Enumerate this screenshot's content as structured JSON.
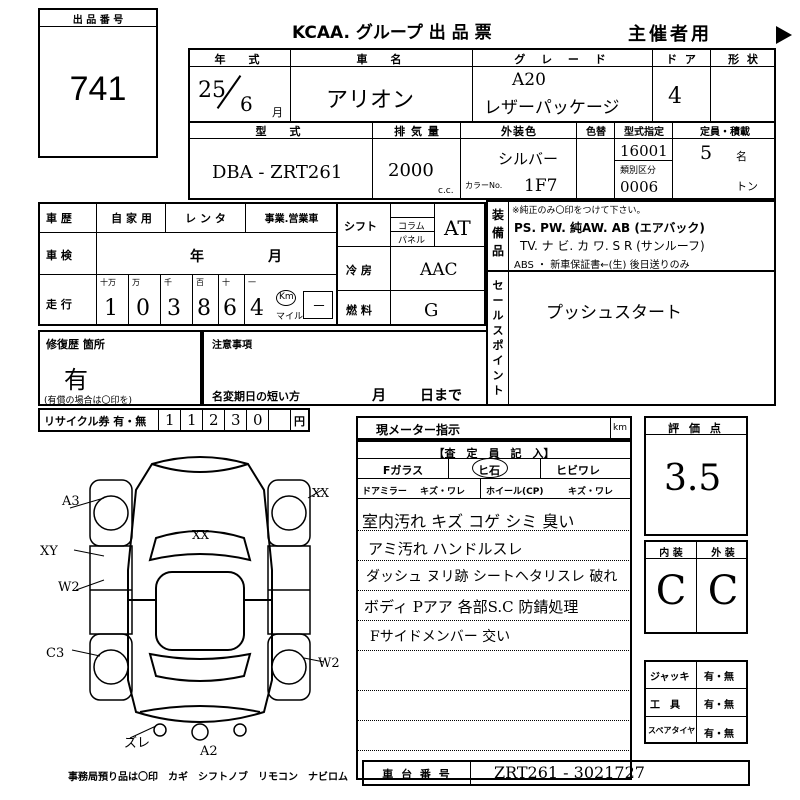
{
  "top": {
    "lot_label": "出 品 番 号",
    "lot_number": "741",
    "org_title": "KCAA. グループ 出 品 票",
    "sponsor": "主催者用"
  },
  "row1": {
    "headers": [
      "年　式",
      "車　名",
      "グ レ ー ド",
      "ド ア",
      "形 状"
    ],
    "year": "25",
    "month": "6",
    "month_unit": "月",
    "car_name": "アリオン",
    "grade_line1": "A20",
    "grade_line2": "レザーパッケージ",
    "doors": "4"
  },
  "row2": {
    "headers": [
      "型　式",
      "排 気 量",
      "外装色",
      "色替",
      "型式指定",
      "定員・積載"
    ],
    "model_code": "DBA - ZRT261",
    "displacement": "2000",
    "cc_unit": "c.c.",
    "exterior_color": "シルバー",
    "color_no_label": "カラーNo.",
    "color_no": "1F7",
    "model_designation": "16001",
    "class_label": "類別区分",
    "class_no": "0006",
    "capacity": "5",
    "capacity_unit": "名",
    "load_unit": "トン"
  },
  "history": {
    "label": "車 歴",
    "options": [
      "自 家 用",
      "レ ン タ",
      "事業.営業車"
    ],
    "inspection_label": "車 検",
    "inspection_year": "年",
    "inspection_month": "月",
    "mileage_label": "走 行",
    "digit_headers": [
      "十万",
      "万",
      "千",
      "百",
      "十",
      "一"
    ],
    "digits": [
      "1",
      "0",
      "3",
      "8",
      "6",
      "4"
    ],
    "km_label": "Km",
    "mile_label": "マイル",
    "mile_dash": "－"
  },
  "mid": {
    "shift_label": "シフト",
    "column_label": "コラム",
    "panel_label": "パネル",
    "shift_value": "AT",
    "ac_label": "冷 房",
    "ac_value": "AAC",
    "fuel_label": "燃 料",
    "fuel_value": "G"
  },
  "equipment": {
    "label": "装 備 品",
    "note": "※純正のみ〇印をつけて下さい。",
    "line1": "PS. PW. 純AW. AB (エアバック)",
    "line2": "TV. ナ ビ. カ ワ. S R (サンルーフ)",
    "line3": "ABS ・ 新車保証書←(生) 後日送りのみ"
  },
  "sale_point": {
    "label": "セールスポイント",
    "value": "プッシュスタート"
  },
  "repair": {
    "label": "修復歴 箇所",
    "value": "有",
    "note": "(有償の場合は〇印を)"
  },
  "notes": {
    "label": "注意事項",
    "name_change_label": "名変期日の短い方",
    "month": "月",
    "day_until": "日まで"
  },
  "recycle": {
    "label": "リサイクル券 有・無",
    "digits": [
      "1",
      "1",
      "2",
      "3",
      "0"
    ],
    "unit": "円"
  },
  "meter": {
    "label": "現メーター指示",
    "unit": "km"
  },
  "inspector": {
    "title": "【査　定　員　記　入】",
    "windshield": "Fガラス",
    "chip": "ヒ石",
    "crack": "ヒビワレ",
    "door_mirror": "ドアミラー",
    "mirror_opts": "キズ・ワレ",
    "wheel": "ホイール(CP)",
    "wheel_opts": "キズ・ワレ",
    "remarks": [
      "室内汚れ キズ コゲ シミ 臭い",
      "アミ汚れ ハンドルスレ",
      "ダッシュ ヌリ跡 シートヘタリスレ 破れ",
      "ボディ Pアア 各部S.C 防錆処理",
      "Fサイドメンバー 交い"
    ]
  },
  "score": {
    "label": "評 価 点",
    "value": "3.5",
    "interior_label": "内 装",
    "exterior_label": "外 装",
    "interior": "C",
    "exterior": "C"
  },
  "tools": {
    "jack": "ジャッキ",
    "tools": "工　具",
    "spare": "スペアタイヤ",
    "yes_no": "有・無"
  },
  "diagram_marks": {
    "a3": "A3",
    "xx_right": "XX",
    "xx_roof": "XX",
    "xy": "XY",
    "w2_left": "W2",
    "c3": "C3",
    "w2_right": "W2",
    "zure": "ズレ",
    "a2": "A2"
  },
  "bottom": {
    "office_note": "事務局預り品は〇印　カギ　シフトノブ　リモコン　ナビロム",
    "chassis_label": "車 台 番 号",
    "chassis_number": "ZRT261 - 3021727"
  }
}
